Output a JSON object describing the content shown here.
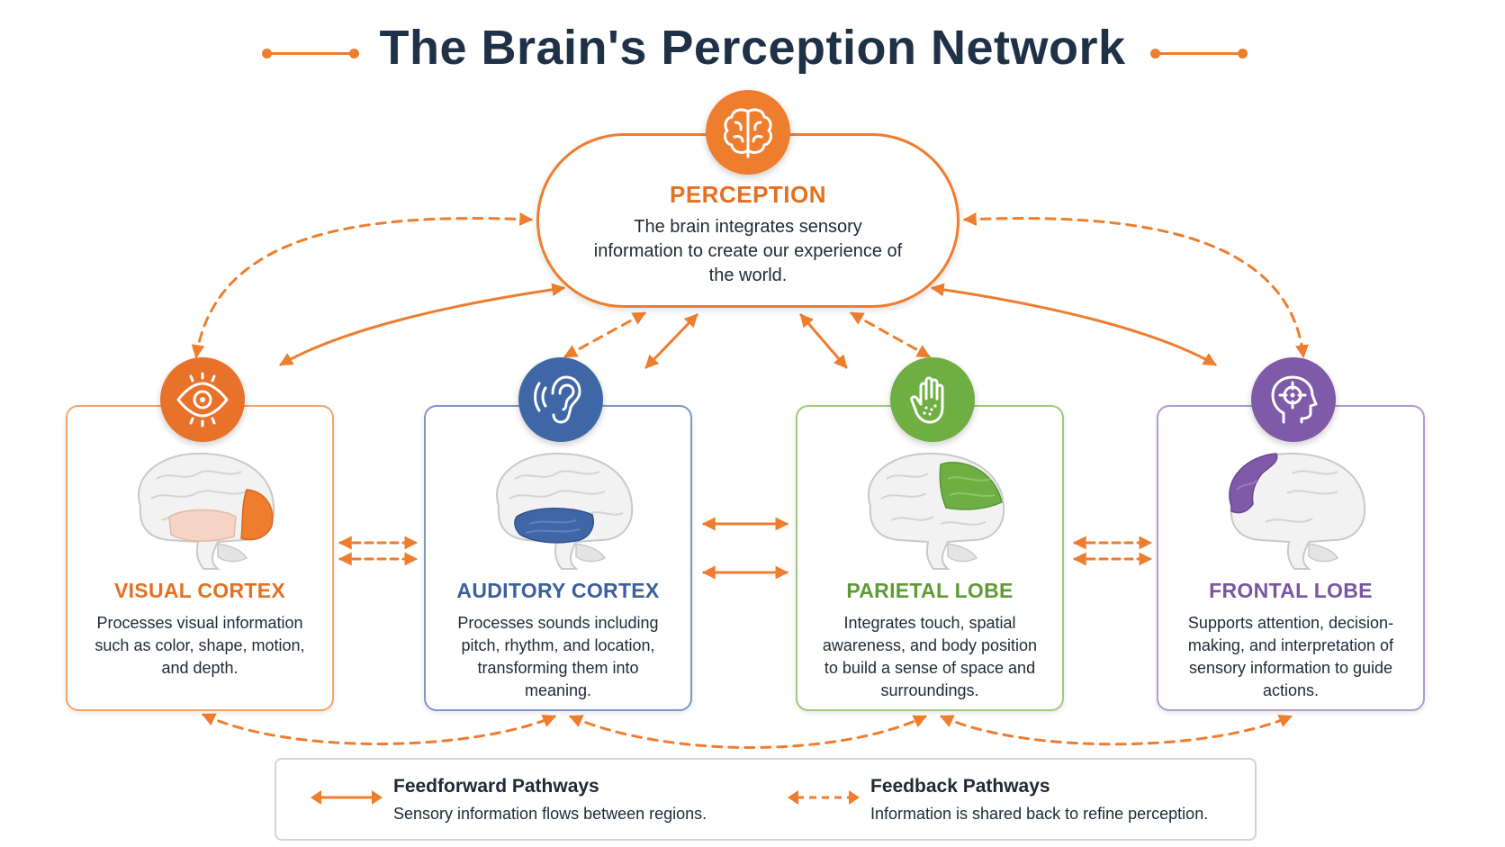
{
  "title": "The Brain's Perception Network",
  "colors": {
    "orange": "#ef7d2e",
    "blue": "#3f67a6",
    "green": "#6fae43",
    "purple": "#7e5aa8",
    "navy": "#1f3147"
  },
  "center": {
    "title": "PERCEPTION",
    "description": "The brain integrates sensory information to create our experience of the world.",
    "icon": "brain-icon"
  },
  "regions": [
    {
      "title": "VISUAL CORTEX",
      "description": "Processes visual information such as color, shape, motion, and depth.",
      "icon": "eye-icon",
      "color": "#ef7d2e"
    },
    {
      "title": "AUDITORY CORTEX",
      "description": "Processes sounds including pitch, rhythm, and location, transforming them into meaning.",
      "icon": "ear-icon",
      "color": "#3f67a6"
    },
    {
      "title": "PARIETAL LOBE",
      "description": "Integrates touch, spatial awareness, and body position to build a sense of space and surroundings.",
      "icon": "hand-icon",
      "color": "#6fae43"
    },
    {
      "title": "FRONTAL LOBE",
      "description": "Supports attention, decision-making, and interpretation of sensory information to guide actions.",
      "icon": "head-target-icon",
      "color": "#7e5aa8"
    }
  ],
  "legend": {
    "feedforward": {
      "title": "Feedforward Pathways",
      "description": "Sensory information flows between regions.",
      "icon": "solid-double-arrow-icon"
    },
    "feedback": {
      "title": "Feedback Pathways",
      "description": "Information is shared back to refine perception.",
      "icon": "dashed-double-arrow-icon"
    }
  }
}
